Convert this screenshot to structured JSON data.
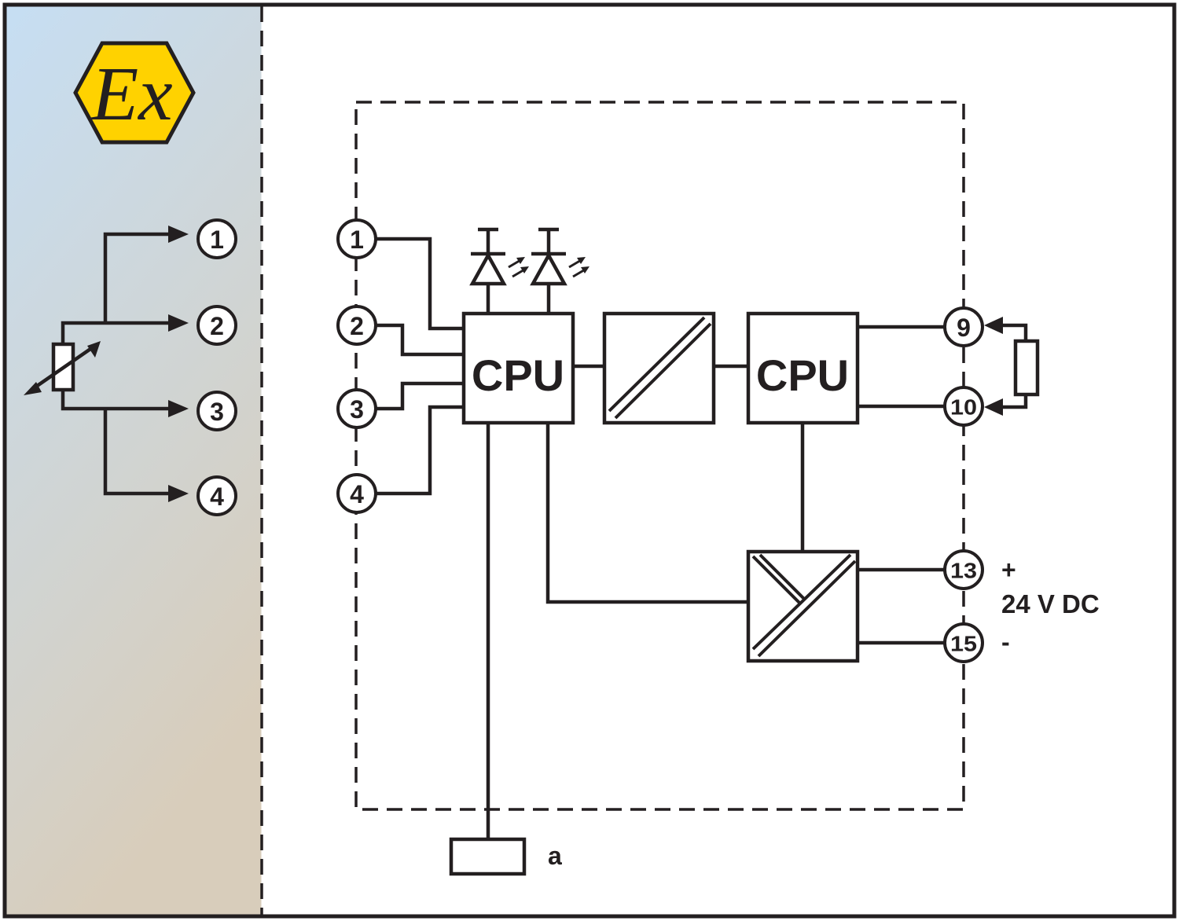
{
  "ex_badge": {
    "text": "Ex",
    "color": "#ffd200"
  },
  "hazard_zone": {
    "gradient_top": "#c8dff2",
    "gradient_bottom": "#d6cdbd"
  },
  "sensor_terminals": [
    "1",
    "2",
    "3",
    "4"
  ],
  "input_terminals": [
    "1",
    "2",
    "3",
    "4"
  ],
  "blocks": {
    "cpu_left": "CPU",
    "cpu_right": "CPU"
  },
  "output_terminals": [
    "9",
    "10"
  ],
  "power_terminals": [
    "13",
    "15"
  ],
  "power": {
    "plus": "+",
    "voltage": "24 V DC",
    "minus": "-"
  },
  "ground_label": "a",
  "colors": {
    "line": "#231f20"
  }
}
